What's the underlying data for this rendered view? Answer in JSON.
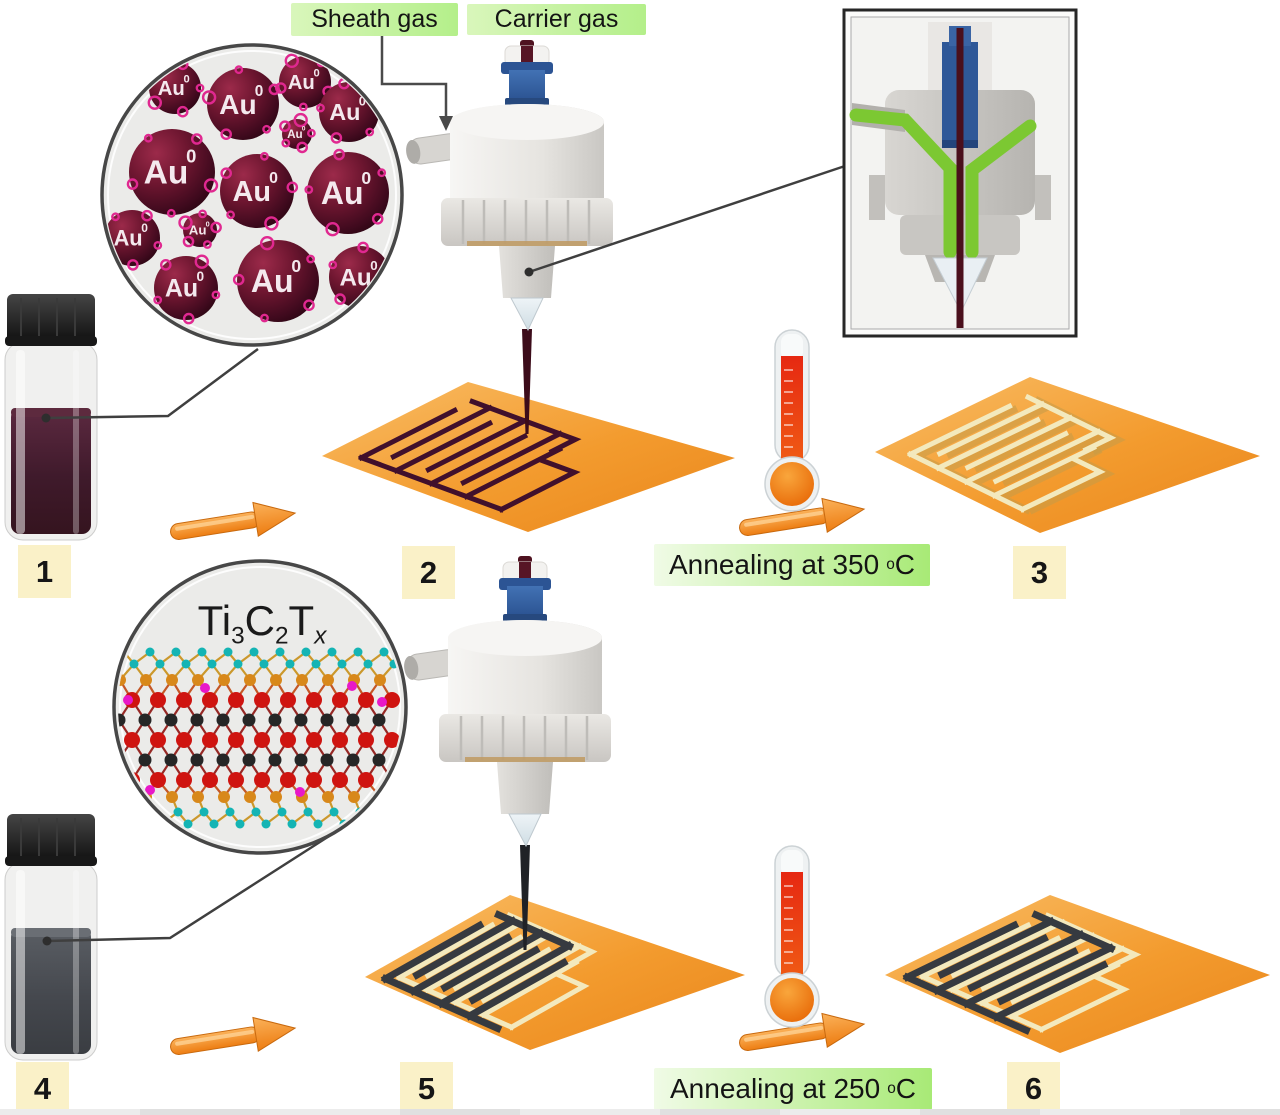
{
  "figure": {
    "top_labels": {
      "sheath_gas": "Sheath gas",
      "carrier_gas": "Carrier gas"
    },
    "annealing": {
      "top": {
        "text": "Annealing at 350",
        "deg": "o",
        "unit": "C"
      },
      "bottom": {
        "text": "Annealing at 250",
        "deg": "o",
        "unit": "C"
      }
    },
    "step_numbers": {
      "s1": "1",
      "s2": "2",
      "s3": "3",
      "s4": "4",
      "s5": "5",
      "s6": "6"
    },
    "au_ink": {
      "particle_base": "Au",
      "particle_sup": "0"
    },
    "mxene_ink": {
      "f1": "Ti",
      "f1s": "3",
      "f2": "C",
      "f2s": "2",
      "f3": "T",
      "f3s": "x"
    },
    "colors": {
      "label_green": "#b4ef8a",
      "annealing_green": "#a8ea76",
      "badge_cream": "#faf1c8",
      "substrate_orange": "#f39b2e",
      "au_ink_maroon": "#41102c",
      "gold_trace": "#f3e9bd",
      "mxene_gray": "#363a40",
      "arrow_orange": "#ef8c1c",
      "thermometer_red": "#e62812",
      "sheath_channel_green": "#7cc832",
      "carrier_channel_blue": "#2f5898"
    }
  }
}
